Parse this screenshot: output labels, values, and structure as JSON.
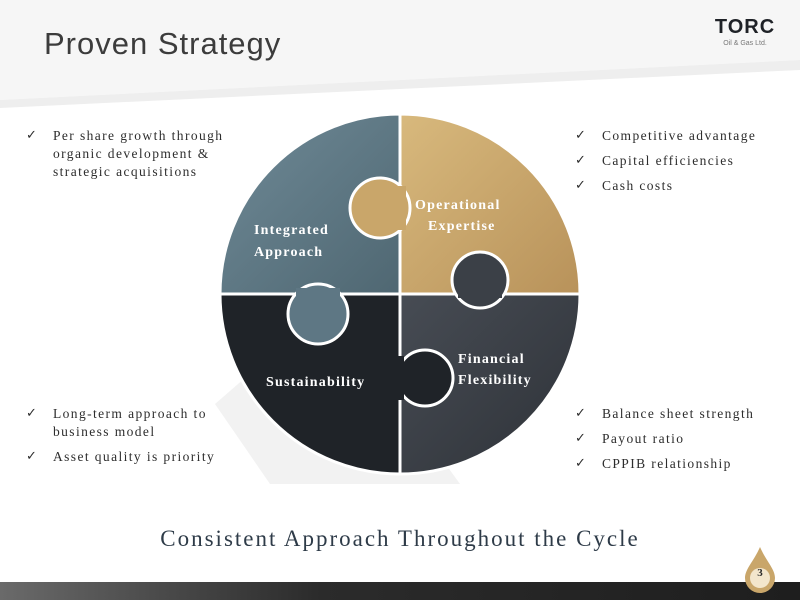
{
  "header": {
    "title": "Proven Strategy"
  },
  "logo": {
    "name": "TORC",
    "subtitle": "Oil & Gas Ltd."
  },
  "puzzle": {
    "integrated": [
      "Integrated",
      "Approach"
    ],
    "operational": [
      "Operational",
      "Expertise"
    ],
    "sustainability": "Sustainability",
    "financial": [
      "Financial",
      "Flexibility"
    ]
  },
  "lists": {
    "top_left": [
      "Per share growth through organic development & strategic acquisitions"
    ],
    "top_right": [
      "Competitive advantage",
      "Capital efficiencies",
      "Cash costs"
    ],
    "bottom_left": [
      "Long-term approach to business model",
      "Asset quality is priority"
    ],
    "bottom_right": [
      "Balance sheet strength",
      "Payout ratio",
      "CPPIB relationship"
    ]
  },
  "check_glyph": "✓",
  "footer": {
    "tagline": "Consistent Approach Throughout the Cycle",
    "page_number": "3"
  },
  "colors": {
    "slate": "#5e7784",
    "gold": "#c9a66a",
    "dark": "#1f2328",
    "charcoal": "#3b4047"
  }
}
